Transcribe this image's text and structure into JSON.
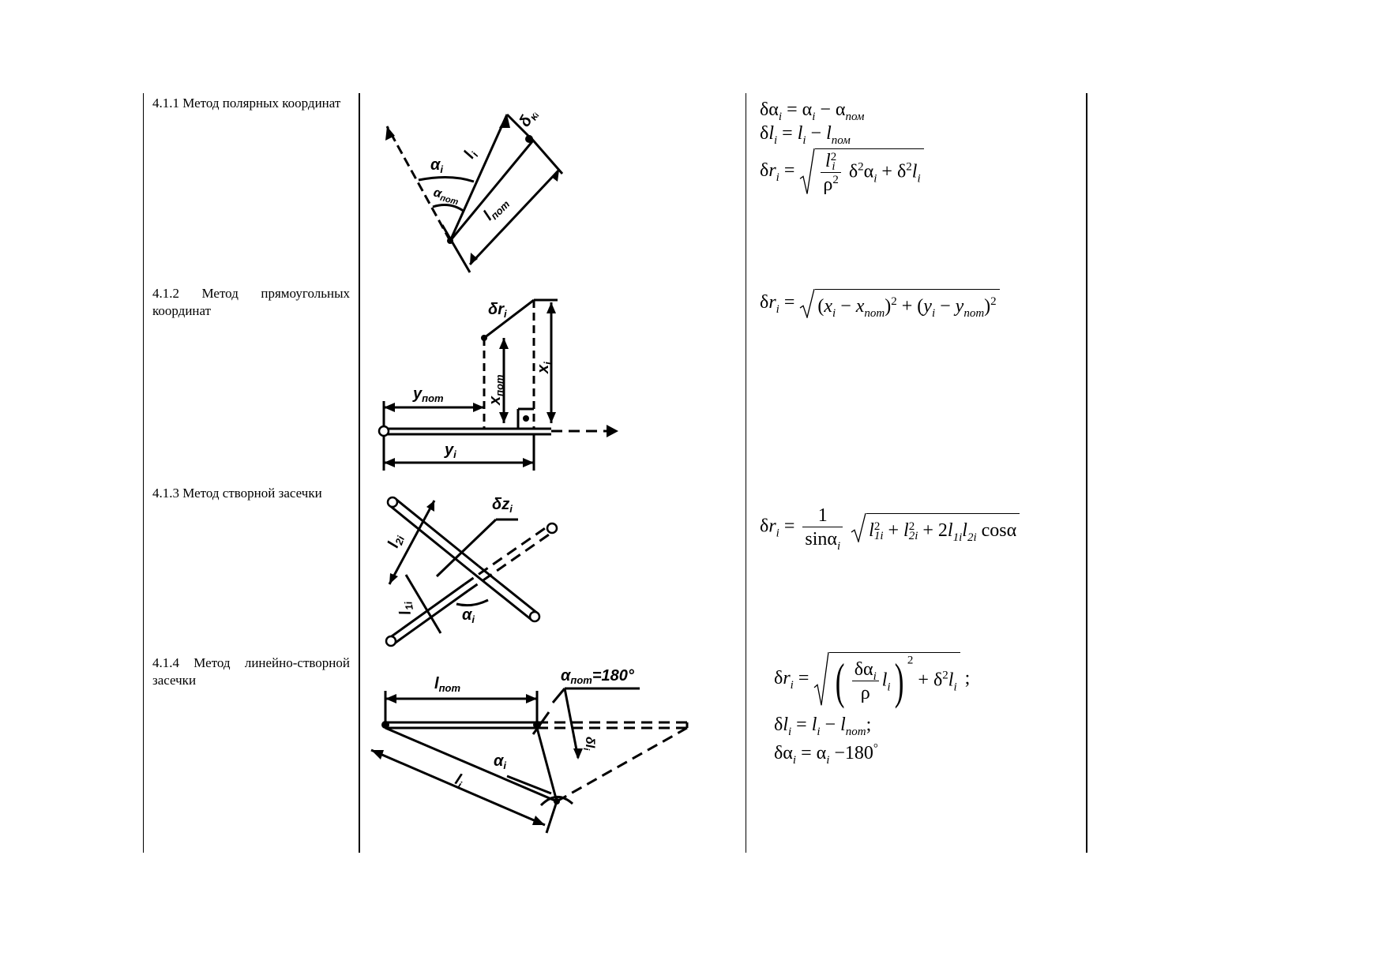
{
  "rows": [
    {
      "title": "4.1.1 Метод полярных координат",
      "diagram_labels": {
        "delta": "δ",
        "delta_sub": "κᵢ",
        "l": "l",
        "l_sub": "i",
        "alpha": "α",
        "alpha_sub": "i",
        "alpha_nom": "α",
        "alpha_nom_sub": "пот",
        "lnom": "l",
        "lnom_sub": "пот"
      },
      "formula": {
        "l1_lhs": "δα",
        "l1_i": "i",
        "l1_eq": " = ",
        "l1_a": "α",
        "l1_ai": "i",
        "l1_minus": " − ",
        "l1_b": "α",
        "l1_bsub": "пом",
        "l2_lhs": "δ",
        "l2_l": "l",
        "l2_i": "i",
        "l2_eq": " = ",
        "l2_a": "l",
        "l2_ai": "i",
        "l2_minus": " − ",
        "l2_b": "l",
        "l2_bsub": "пом",
        "l3_lhs": "δ",
        "l3_r": "r",
        "l3_i": "i",
        "l3_eq": " = ",
        "l3_num_l": "l",
        "l3_num_sub": "i",
        "l3_num_sup": "2",
        "l3_den": "ρ",
        "l3_den_sup": "2",
        "l3_d1": "δ",
        "l3_d1_sup": "2",
        "l3_a": "α",
        "l3_ai": "i",
        "l3_plus": " + ",
        "l3_d2": "δ",
        "l3_d2_sup": "2",
        "l3_l": "l",
        "l3_li": "i"
      }
    },
    {
      "title": "4.1.2 Метод прямоугольных координат",
      "diagram_labels": {
        "delta": "δr",
        "delta_sub": "i",
        "ynom": "y",
        "ynom_sub": "пот",
        "xnom": "x",
        "xnom_sub": "пот",
        "xi": "x",
        "xi_sub": "i",
        "yi": "y",
        "yi_sub": "i"
      },
      "formula": {
        "lhs": "δ",
        "r": "r",
        "i": "i",
        "eq": " = ",
        "x": "x",
        "xi": "i",
        "minus1": " − ",
        "xn": "x",
        "xnsub": "пот",
        "sup1": "2",
        "plus": " + ",
        "y": "y",
        "yi": "i",
        "minus2": " − ",
        "yn": "y",
        "ynsub": "пот",
        "sup2": "2"
      }
    },
    {
      "title": "4.1.3 Метод створной засечки",
      "diagram_labels": {
        "dz": "δz",
        "dz_sub": "i",
        "l2": "l",
        "l2_sub": "2i",
        "l1": "l",
        "l1_sub": "1i",
        "alpha": "α",
        "alpha_sub": "i"
      },
      "formula": {
        "lhs": "δ",
        "r": "r",
        "i": "i",
        "eq": " = ",
        "num": "1",
        "den_sin": "sin",
        "den_a": "α",
        "den_i": "i",
        "t1": "l",
        "t1sub": "1i",
        "t1sup": "2",
        "plus1": " + ",
        "t2": "l",
        "t2sub": "2i",
        "t2sup": "2",
        "plus2": " + 2",
        "t3": "l",
        "t3sub": "1i",
        "t4": "l",
        "t4sub": "2i",
        "cos": " cos",
        "ca": "α"
      }
    },
    {
      "title": "4.1.4 Метод линейно-створной засечки",
      "diagram_labels": {
        "lnom": "l",
        "lnom_sub": "пот",
        "anom": "α",
        "anom_sub": "пот",
        "anom_val": "=180°",
        "ai": "α",
        "ai_sub": "i",
        "li": "l",
        "li_sub": "i",
        "dli": "δl",
        "dli_sub": "i"
      },
      "formula": {
        "l1_lhs": "δ",
        "l1_r": "r",
        "l1_i": "i",
        "l1_eq": " = ",
        "l1_num": "δα",
        "l1_num_i": "i",
        "l1_den": "ρ",
        "l1_l": "l",
        "l1_li": "i",
        "l1_sup": "2",
        "l1_plus": " + ",
        "l1_d": "δ",
        "l1_dsup": "2",
        "l1_ll": "l",
        "l1_lli": "i",
        "l1_end": " ;",
        "l2_lhs": "δ",
        "l2_l": "l",
        "l2_i": "i",
        "l2_eq": " = ",
        "l2_a": "l",
        "l2_ai": "i",
        "l2_minus": " − ",
        "l2_b": "l",
        "l2_bsub": "пот",
        "l2_end": ";",
        "l3_lhs": "δα",
        "l3_i": "i",
        "l3_eq": " = ",
        "l3_a": "α",
        "l3_ai": "i",
        "l3_minus": " −180",
        "l3_deg": "°"
      }
    }
  ]
}
